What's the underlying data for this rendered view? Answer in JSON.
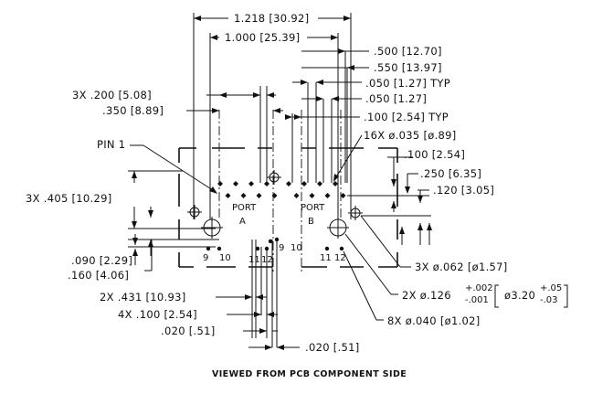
{
  "dimensions": {
    "overall_width": "1.218 [30.92]",
    "port_pitch": "1.000 [25.39]",
    "d_500": ".500 [12.70]",
    "d_550": ".550 [13.97]",
    "d_050_typ": ".050 [1.27] TYP",
    "d_050": ".050 [1.27]",
    "d_100_typ": ".100 [2.54] TYP",
    "d_200_3x": "3X .200 [5.08]",
    "d_350": ".350 [8.89]",
    "pin_holes": "16X ø.035 [ø.89]",
    "d_100": ".100 [2.54]",
    "d_250": ".250 [6.35]",
    "d_120": ".120 [3.05]",
    "d_405_3x": "3X .405 [10.29]",
    "d_090": ".090 [2.29]",
    "d_160": ".160 [4.06]",
    "d_431_2x": "2X .431 [10.93]",
    "d_100_4x": "4X .100 [2.54]",
    "d_020_a": ".020 [.51]",
    "d_020_b": ".020 [.51]",
    "holes_062": "3X ø.062 [ø1.57]",
    "holes_126_prefix": "2X ø.126",
    "holes_126_tol_plus": "+.002",
    "holes_126_tol_minus": "-.001",
    "holes_126_mm": "ø3.20",
    "holes_126_mm_plus": "+.05",
    "holes_126_mm_minus": "-.03",
    "holes_040": "8X ø.040 [ø1.02]"
  },
  "labels": {
    "pin1": "PIN 1",
    "port_a_title": "PORT",
    "port_a_letter": "A",
    "port_b_title": "PORT",
    "port_b_letter": "B",
    "pin_9a": "9",
    "pin_10a": "10",
    "pin_9b": "9",
    "pin_10b": "10",
    "pin_11a": "11",
    "pin_12a": "12",
    "pin_11b": "11",
    "pin_12b": "12"
  },
  "caption": "VIEWED FROM PCB COMPONENT SIDE"
}
